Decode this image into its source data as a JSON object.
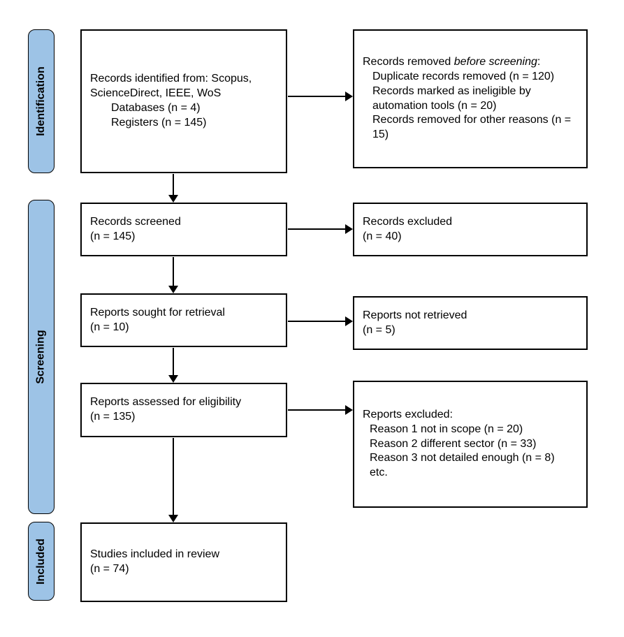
{
  "colors": {
    "stage_fill": "#9DC3E6",
    "box_border": "#000000",
    "background": "#FFFFFF"
  },
  "stages": {
    "identification": "Identification",
    "screening": "Screening",
    "included": "Included"
  },
  "boxes": {
    "identified": {
      "line1": "Records identified from: Scopus, ScienceDirect, IEEE, WoS",
      "line2": "Databases (n = 4)",
      "line3": "Registers (n = 145)"
    },
    "removed": {
      "prefix": "Records removed ",
      "italic": "before screening",
      "suffix": ":",
      "items": [
        "Duplicate records removed (n = 120)",
        "Records marked as ineligible by automation tools (n = 20)",
        "Records removed for other reasons (n = 15)"
      ]
    },
    "screened": {
      "line1": "Records screened",
      "line2": "(n = 145)"
    },
    "excluded": {
      "line1": "Records excluded",
      "line2": "(n = 40)"
    },
    "sought": {
      "line1": "Reports sought for retrieval",
      "line2": "(n = 10)"
    },
    "not_retrieved": {
      "line1": "Reports not retrieved",
      "line2": "(n = 5)"
    },
    "assessed": {
      "line1": "Reports assessed for eligibility",
      "line2": "(n = 135)"
    },
    "reports_excluded": {
      "title": "Reports excluded:",
      "items": [
        "Reason 1 not in scope (n = 20)",
        "Reason 2 different sector (n = 33)",
        "Reason 3 not detailed enough (n = 8)",
        "etc."
      ]
    },
    "included_studies": {
      "line1": "Studies included in review",
      "line2": "(n = 74)"
    }
  }
}
